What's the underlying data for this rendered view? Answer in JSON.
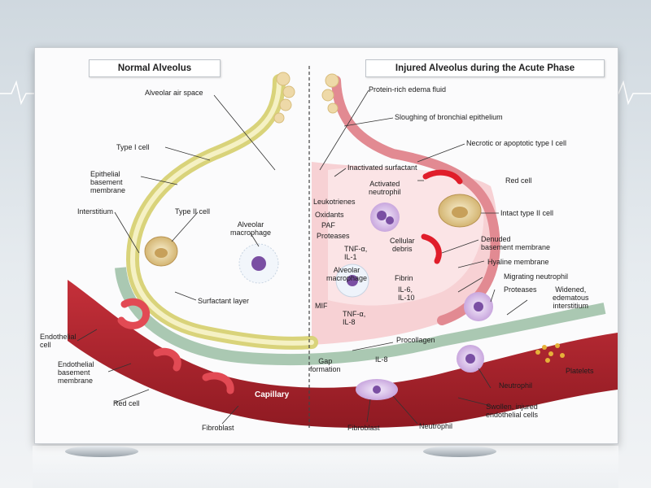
{
  "diagram": {
    "headers": {
      "normal": "Normal Alveolus",
      "injured": "Injured Alveolus during the Acute Phase"
    },
    "left_labels": {
      "air_space": "Alveolar air space",
      "type1": "Type I cell",
      "epithelial_bm": "Epithelial\nbasement\nmembrane",
      "interstitium": "Interstitium",
      "type2": "Type II cell",
      "macrophage": "Alveolar\nmacrophage",
      "surfactant": "Surfactant layer",
      "endothelial": "Endothelial\ncell",
      "endothelial_bm": "Endothelial\nbasement\nmembrane",
      "red_cell": "Red cell",
      "capillary": "Capillary",
      "fibroblast": "Fibroblast"
    },
    "right_labels": {
      "edema": "Protein-rich edema fluid",
      "sloughing": "Sloughing of bronchial epithelium",
      "necrotic": "Necrotic or apoptotic type I cell",
      "inactivated": "Inactivated surfactant",
      "activated_neutrophil": "Activated\nneutrophil",
      "red_cell": "Red cell",
      "leukotrienes": "Leukotrienes",
      "oxidants": "Oxidants",
      "paf": "PAF",
      "proteases": "Proteases",
      "intact_type2": "Intact type II cell",
      "tnf1": "TNF-α,\nIL-1",
      "cellular_debris": "Cellular\ndebris",
      "denuded_bm": "Denuded\nbasement membrane",
      "hyaline": "Hyaline membrane",
      "alveolar_macrophage": "Alveolar\nmacrophage",
      "fibrin": "Fibrin",
      "il_list": "IL-6,\nIL-10",
      "migrating": "Migrating neutrophil",
      "proteases2": "Proteases",
      "widened": "Widened,\nedematous\ninterstitium",
      "mif": "MIF",
      "tnf2": "TNF-α,\nIL-8",
      "procollagen": "Procollagen",
      "gap": "Gap\nformation",
      "il8": "IL-8",
      "platelets": "Platelets",
      "neutrophil1": "Neutrophil",
      "swollen": "Swollen, injured\nendothelial cells",
      "fibroblast": "Fibroblast",
      "neutrophil2": "Neutrophil"
    },
    "colors": {
      "blood": "#b3202a",
      "interstitium_left": "#e7e2a8",
      "interstitium_right": "#f4b8be",
      "cell_purple": "#b88fd0"
    }
  }
}
